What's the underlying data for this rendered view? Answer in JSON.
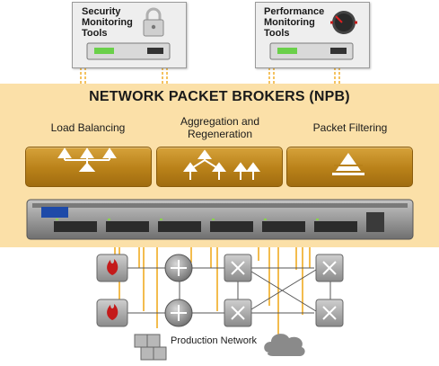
{
  "diagram": {
    "title": "NETWORK PACKET BROKERS (NPB)",
    "tools": [
      {
        "line1": "Security",
        "line2": "Monitoring",
        "line3": "Tools",
        "icon": "padlock-icon"
      },
      {
        "line1": "Performance",
        "line2": "Monitoring",
        "line3": "Tools",
        "icon": "dial-icon"
      }
    ],
    "functions": [
      {
        "label": "Load Balancing",
        "line2": "",
        "icon": "load-balancing-tree-icon"
      },
      {
        "label": "Aggregation and",
        "line2": "Regeneration",
        "icon": "aggregation-regeneration-icon"
      },
      {
        "label": "Packet Filtering",
        "line2": "",
        "icon": "filter-pyramid-icon"
      }
    ],
    "network": {
      "label": "Production Network",
      "devices": [
        "firewall-icon",
        "router-icon",
        "switch-icon",
        "cloud-icon",
        "server-cube-icon"
      ]
    },
    "colors": {
      "panel": "#fbe0a8",
      "function_box": "#b98119",
      "cable": "#f2b43a",
      "chassis": "#8e8e8e"
    }
  }
}
